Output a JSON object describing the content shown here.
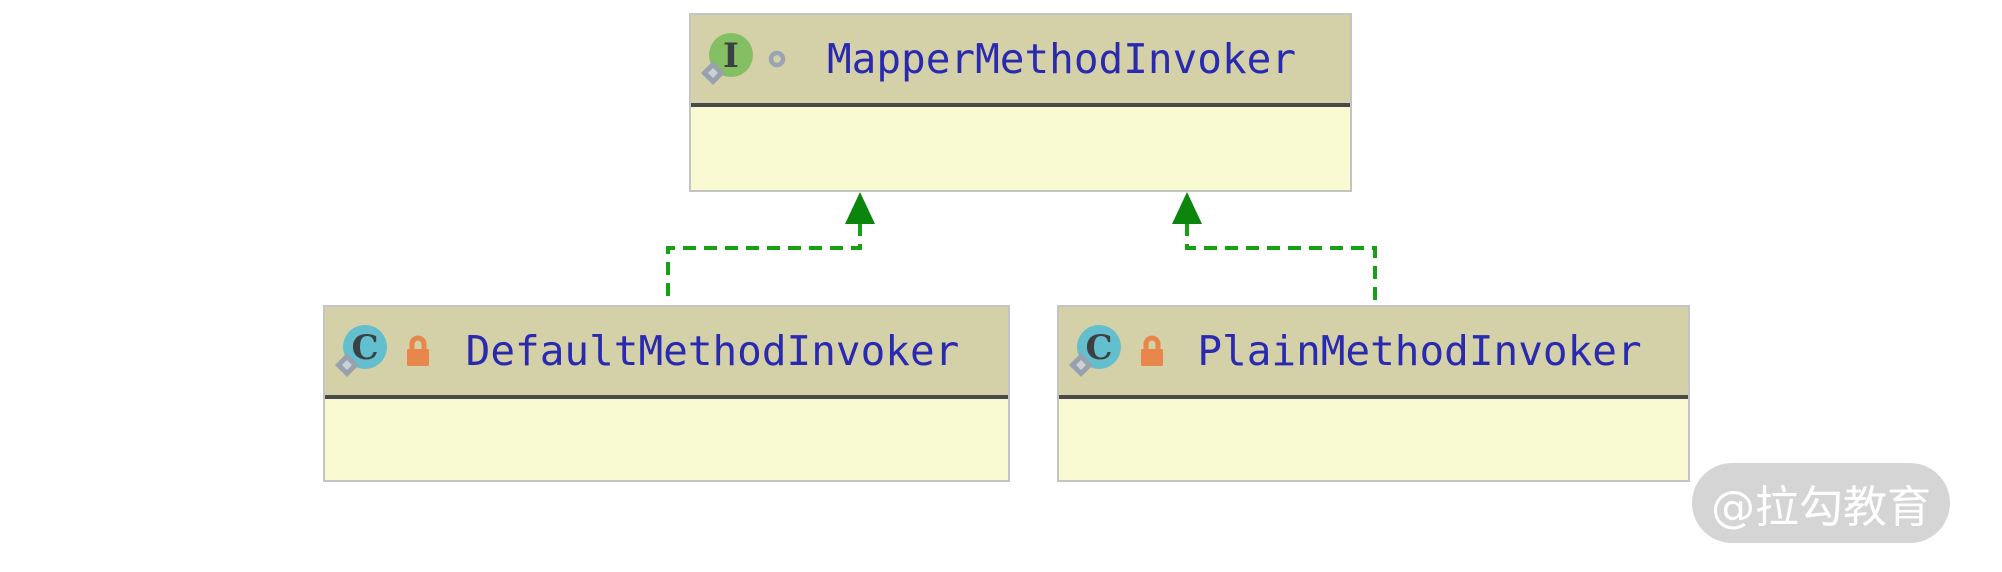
{
  "diagram": {
    "type": "uml-class-diagram",
    "nodes": [
      {
        "id": "mapper-method-invoker",
        "name": "MapperMethodInvoker",
        "kind": "interface",
        "icon_letter": "I",
        "has_visibility_ring": true,
        "has_lock": false
      },
      {
        "id": "default-method-invoker",
        "name": "DefaultMethodInvoker",
        "kind": "class",
        "icon_letter": "C",
        "has_visibility_ring": false,
        "has_lock": true
      },
      {
        "id": "plain-method-invoker",
        "name": "PlainMethodInvoker",
        "kind": "class",
        "icon_letter": "C",
        "has_visibility_ring": false,
        "has_lock": true
      }
    ],
    "edges": [
      {
        "from": "DefaultMethodInvoker",
        "to": "MapperMethodInvoker",
        "type": "implements",
        "style": "dashed-green-filled-triangle"
      },
      {
        "from": "PlainMethodInvoker",
        "to": "MapperMethodInvoker",
        "type": "implements",
        "style": "dashed-green-filled-triangle"
      }
    ]
  },
  "watermark": {
    "text": "@拉勾教育"
  },
  "colors": {
    "header_bg": "#d4d0a8",
    "body_bg": "#fafad2",
    "border": "#c4c4c4",
    "separator": "#494949",
    "name_text": "#2a2ab0",
    "connector": "#16a016",
    "arrow": "#0b850b",
    "interface_icon": "#85bf63",
    "class_icon": "#63bfcd",
    "lock": "#e8874b",
    "badge": "#98a1ae",
    "badge_hole": "#cbd1d8",
    "ring": "#9aa4b2",
    "icon_letter": "#3d4043",
    "watermark_bg": "#d5d5d5",
    "watermark_text": "#ffffff"
  }
}
